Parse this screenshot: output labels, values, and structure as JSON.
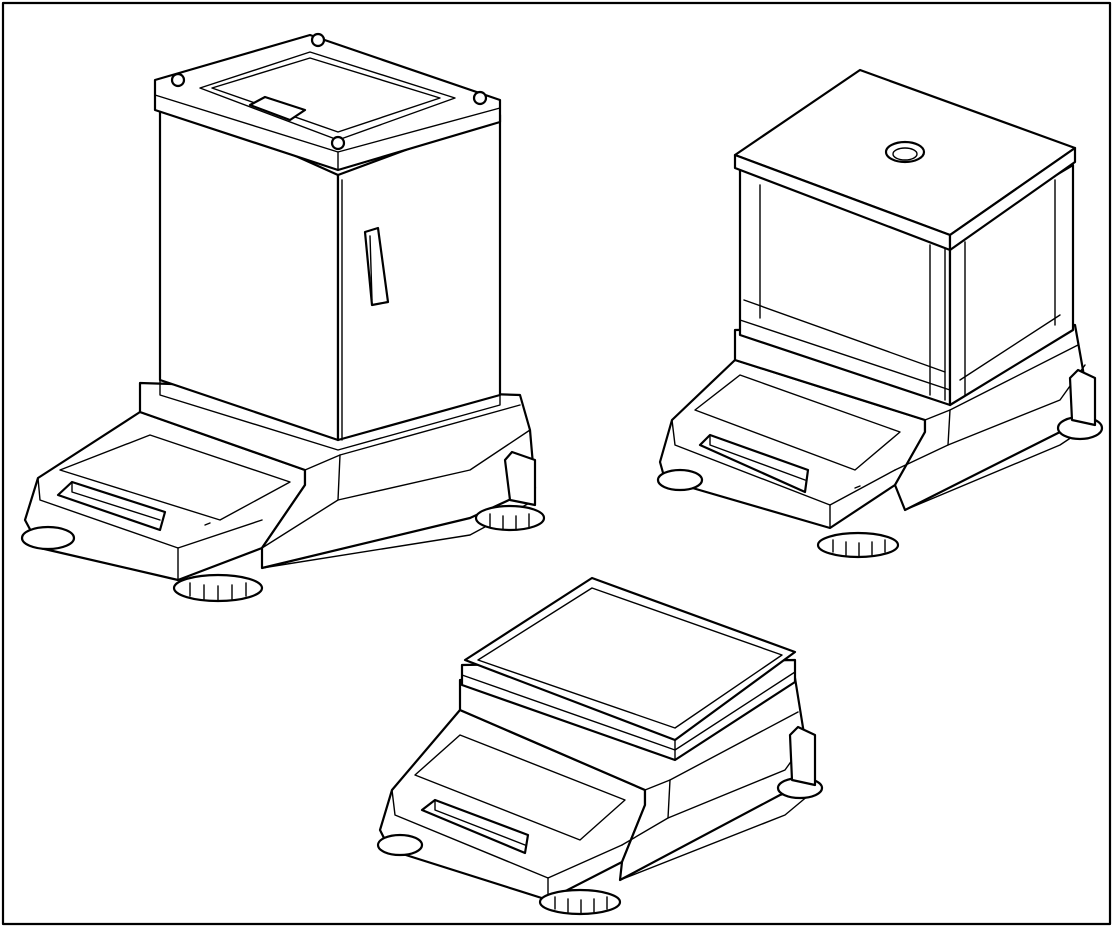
{
  "figure": {
    "items": [
      {
        "id": "balance-tall-draft-shield",
        "labels": []
      },
      {
        "id": "balance-glass-draft-shield",
        "labels": []
      },
      {
        "id": "balance-open-pan",
        "labels": []
      }
    ]
  }
}
